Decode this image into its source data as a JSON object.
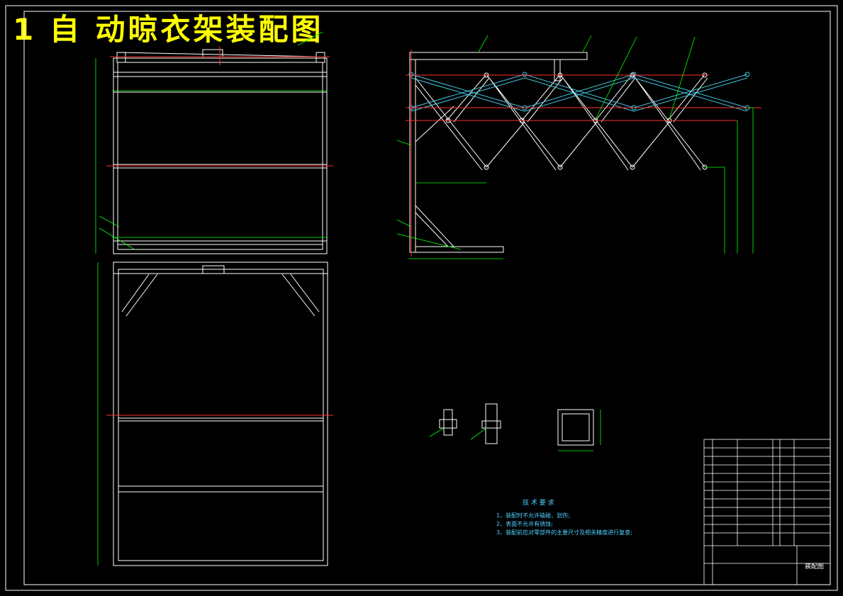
{
  "title": "1 自 动晾衣架装配图",
  "tech_requirements": {
    "heading": "技 术 要 求",
    "items": [
      "1、装配时不允许磕碰、划伤;",
      "2、表面不允许有锈蚀;",
      "3、装配前应对零部件的主要尺寸及相关精度进行复查;"
    ]
  },
  "title_block": {
    "drawing_name": "装配图"
  },
  "colors": {
    "background": "#000000",
    "outline": "#ffffff",
    "centerline": "#ff3030",
    "dimension": "#00ff00",
    "mechanism": "#40c8e0",
    "title": "#ffff00"
  }
}
